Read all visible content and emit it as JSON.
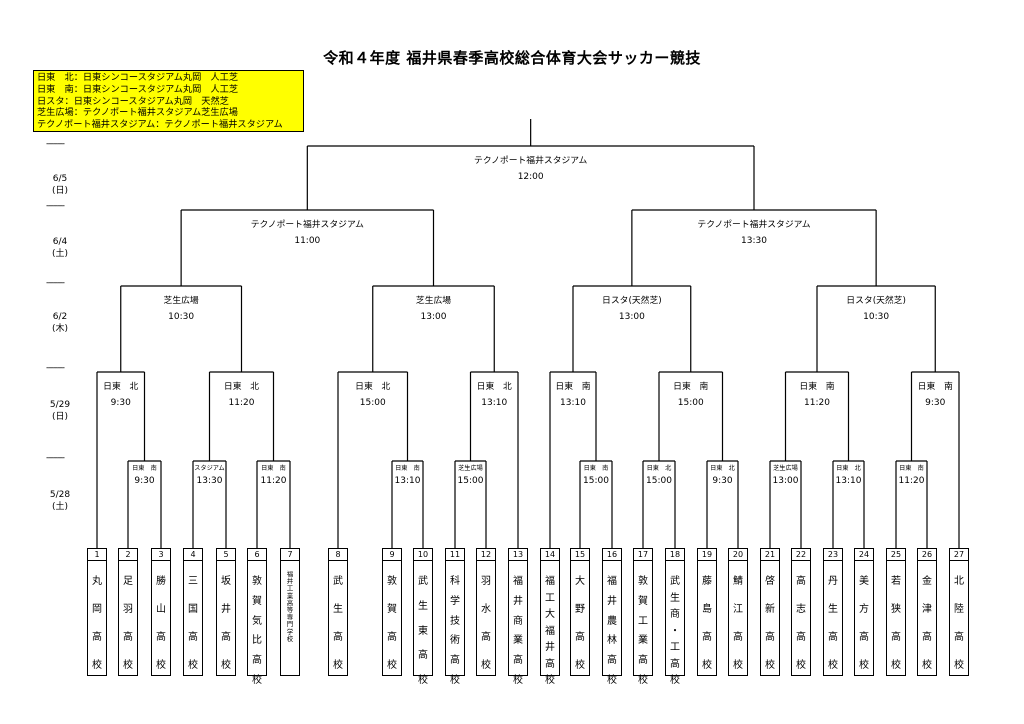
{
  "title": "令和４年度 福井県春季高校総合体育大会サッカー競技",
  "legend": [
    "日東　北：日東シンコースタジアム丸岡　人工芝",
    "日東　南：日東シンコースタジアム丸岡　人工芝",
    "日スタ：日東シンコースタジアム丸岡　天然芝",
    "芝生広場：テクノポート福井スタジアム芝生広場",
    "テクノポート福井スタジアム：テクノポート福井スタジアム"
  ],
  "dashes": "--------",
  "dates": [
    {
      "date": "6/5",
      "day": "(日)"
    },
    {
      "date": "6/4",
      "day": "(土)"
    },
    {
      "date": "6/2",
      "day": "(木)"
    },
    {
      "date": "5/29",
      "day": "(日)"
    },
    {
      "date": "5/28",
      "day": "(土)"
    }
  ],
  "matches": {
    "final": {
      "venue": "テクノポート福井スタジアム",
      "time": "12:00"
    },
    "semi": [
      {
        "venue": "テクノポート福井スタジアム",
        "time": "11:00"
      },
      {
        "venue": "テクノポート福井スタジアム",
        "time": "13:30"
      }
    ],
    "qf": [
      {
        "venue": "芝生広場",
        "time": "10:30"
      },
      {
        "venue": "芝生広場",
        "time": "13:00"
      },
      {
        "venue": "日スタ(天然芝)",
        "time": "13:00"
      },
      {
        "venue": "日スタ(天然芝)",
        "time": "10:30"
      }
    ],
    "r2": [
      {
        "venue": "日東　北",
        "time": "9:30"
      },
      {
        "venue": "日東　北",
        "time": "11:20"
      },
      {
        "venue": "日東　北",
        "time": "15:00"
      },
      {
        "venue": "日東　北",
        "time": "13:10"
      },
      {
        "venue": "日東　南",
        "time": "13:10"
      },
      {
        "venue": "日東　南",
        "time": "15:00"
      },
      {
        "venue": "日東　南",
        "time": "11:20"
      },
      {
        "venue": "日東　南",
        "time": "9:30"
      }
    ],
    "r1": [
      {
        "venue": "日東　南",
        "time": "9:30"
      },
      {
        "venue": "スタジアム",
        "time": "13:30"
      },
      {
        "venue": "日東　南",
        "time": "11:20"
      },
      {
        "venue": "日東　南",
        "time": "13:10"
      },
      {
        "venue": "芝生広場",
        "time": "15:00"
      },
      {
        "venue": "日東　南",
        "time": "15:00"
      },
      {
        "venue": "日東　北",
        "time": "15:00"
      },
      {
        "venue": "日東　北",
        "time": "9:30"
      },
      {
        "venue": "芝生広場",
        "time": "13:00"
      },
      {
        "venue": "日東　北",
        "time": "13:10"
      },
      {
        "venue": "日東　南",
        "time": "11:20"
      }
    ]
  },
  "teams": [
    {
      "num": "1",
      "name": "丸岡高校"
    },
    {
      "num": "2",
      "name": "足羽高校"
    },
    {
      "num": "3",
      "name": "勝山高校"
    },
    {
      "num": "4",
      "name": "三国高校"
    },
    {
      "num": "5",
      "name": "坂井高校"
    },
    {
      "num": "6",
      "name": "敦賀気比高校"
    },
    {
      "num": "7",
      "name": "福井工業高等専門学校"
    },
    {
      "num": "8",
      "name": "武生高校"
    },
    {
      "num": "9",
      "name": "敦賀高校"
    },
    {
      "num": "10",
      "name": "武生東高校"
    },
    {
      "num": "11",
      "name": "科学技術高校"
    },
    {
      "num": "12",
      "name": "羽水高校"
    },
    {
      "num": "13",
      "name": "福井商業高校"
    },
    {
      "num": "14",
      "name": "福工大福井高校"
    },
    {
      "num": "15",
      "name": "大野高校"
    },
    {
      "num": "16",
      "name": "福井農林高校"
    },
    {
      "num": "17",
      "name": "敦賀工業高校"
    },
    {
      "num": "18",
      "name": "武生商・工高校"
    },
    {
      "num": "19",
      "name": "藤島高校"
    },
    {
      "num": "20",
      "name": "鯖江高校"
    },
    {
      "num": "21",
      "name": "啓新高校"
    },
    {
      "num": "22",
      "name": "高志高校"
    },
    {
      "num": "23",
      "name": "丹生高校"
    },
    {
      "num": "24",
      "name": "美方高校"
    },
    {
      "num": "25",
      "name": "若狭高校"
    },
    {
      "num": "26",
      "name": "金津高校"
    },
    {
      "num": "27",
      "name": "北陸高校"
    }
  ]
}
